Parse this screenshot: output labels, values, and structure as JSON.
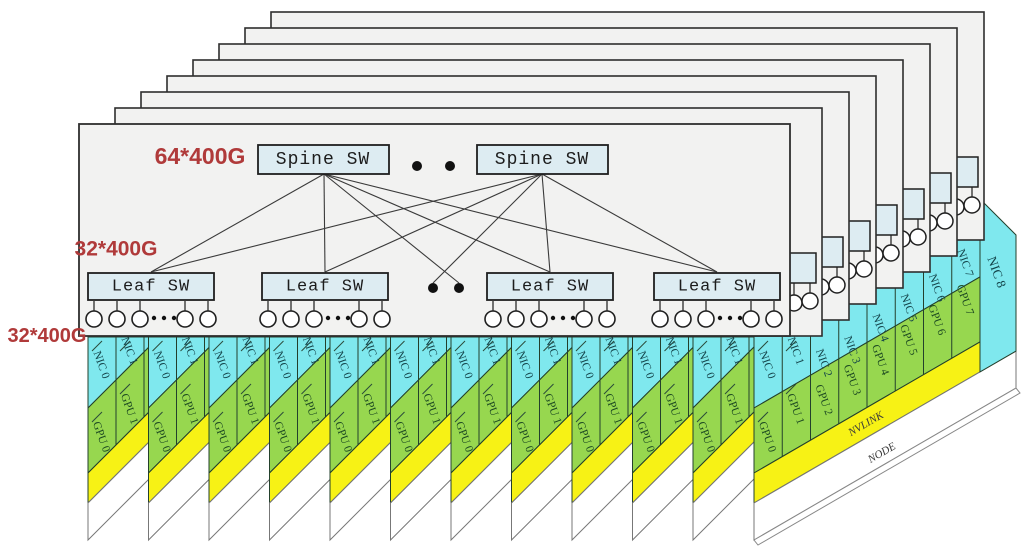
{
  "diagram": {
    "title_hidden": "",
    "spine_label": "Spine SW",
    "leaf_label": "Leaf SW",
    "nvlink_label": "NVLINK",
    "node_label": "NODE",
    "red_labels": [
      {
        "text": "64*400G"
      },
      {
        "text": "32*400G"
      },
      {
        "text": "32*400G"
      }
    ],
    "small_group": {
      "nic_labels": [
        "NIC 0",
        "NIC 1"
      ],
      "gpu_labels": [
        "GPU 0",
        "GPU 1"
      ]
    },
    "full_node": {
      "nic_labels": [
        "NIC 0",
        "NIC 1",
        "NIC 2",
        "NIC 3",
        "NIC 4",
        "NIC 5",
        "NIC 6",
        "NIC 7",
        "NIC 8"
      ],
      "gpu_labels": [
        "GPU 0",
        "GPU 1",
        "GPU 2",
        "GPU 3",
        "GPU 4",
        "GPU 5",
        "GPU 6",
        "GPU 7"
      ]
    },
    "counts": {
      "spine_switches_shown": 2,
      "leaf_switches_shown": 4,
      "ports_per_leaf_shown": 5,
      "network_planes_shown": 8,
      "nodes_shown": 12
    },
    "colors": {
      "plane": "#f2f2f1",
      "plane_border": "#2e2e2e",
      "box_fill": "#ddecf2",
      "box_border": "#1f1f1f",
      "cyan": "#7fe8ee",
      "green": "#97d74f",
      "yellow": "#f7f215",
      "white": "#ffffff",
      "red": "#b03a3a",
      "line": "#3a3a3a",
      "strip_border": "#23402c",
      "nic_text": "#14444a",
      "gpu_text": "#1d4a22",
      "rim_border": "#888888"
    }
  }
}
